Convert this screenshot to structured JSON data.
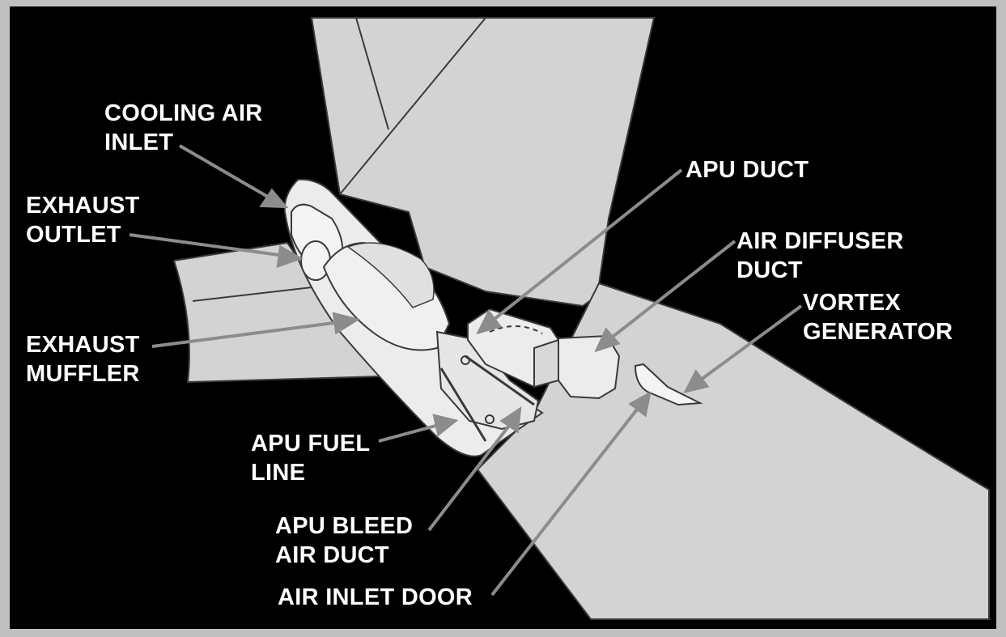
{
  "colors": {
    "background": "#000000",
    "frame": "#c0c0c0",
    "panel": "#d3d3d3",
    "component": "#ececec",
    "outline": "#3a3a3a",
    "leader": "#8c8c8c",
    "text": "#ffffff"
  },
  "labels": {
    "cooling_air_inlet": {
      "line1": "COOLING AIR",
      "line2": "INLET"
    },
    "exhaust_outlet": {
      "line1": "EXHAUST",
      "line2": "OUTLET"
    },
    "exhaust_muffler": {
      "line1": "EXHAUST",
      "line2": "MUFFLER"
    },
    "apu_fuel_line": {
      "line1": "APU FUEL",
      "line2": "LINE"
    },
    "apu_bleed_air_duct": {
      "line1": "APU BLEED",
      "line2": "AIR DUCT"
    },
    "air_inlet_door": {
      "line1": "AIR INLET DOOR"
    },
    "apu_duct": {
      "line1": "APU DUCT"
    },
    "air_diffuser_duct": {
      "line1": "AIR DIFFUSER",
      "line2": "DUCT"
    },
    "vortex_generator": {
      "line1": "VORTEX",
      "line2": "GENERATOR"
    }
  }
}
